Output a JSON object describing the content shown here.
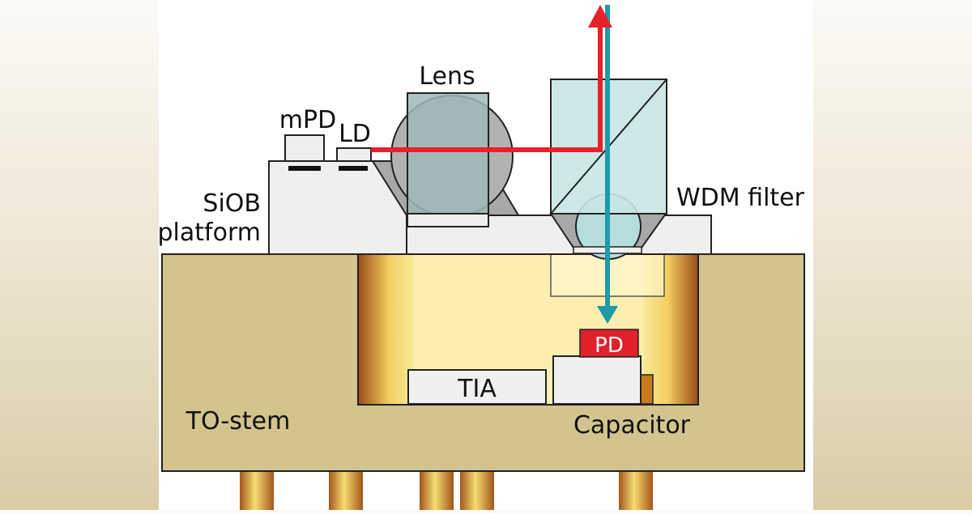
{
  "labels": {
    "lens": "Lens",
    "mpd": "mPD",
    "ld": "LD",
    "siob_line1": "SiOB",
    "siob_line2": "platform",
    "wdm_filter": "WDM filter",
    "pd": "PD",
    "tia": "TIA",
    "capacitor": "Capacitor",
    "to_stem": "TO-stem"
  },
  "colors": {
    "tx_beam": "#e8202a",
    "rx_beam": "#1e9aa8",
    "stem": "#d2c48c",
    "cavity": "#fbeeb0",
    "pd_chip": "#e0202a",
    "glass": "#c9e6e6"
  }
}
